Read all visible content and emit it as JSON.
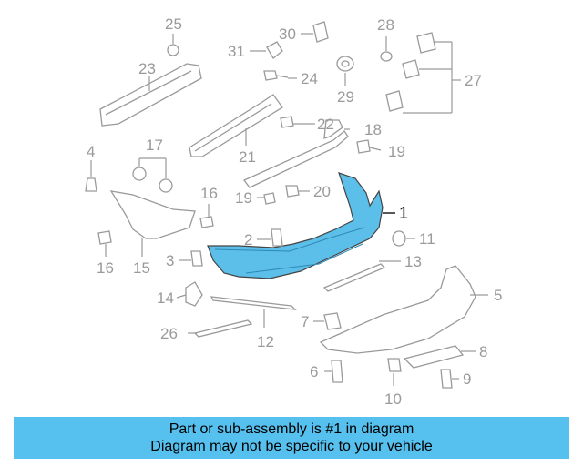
{
  "callouts": {
    "c1": "1",
    "c2": "2",
    "c3": "3",
    "c4": "4",
    "c5": "5",
    "c6": "6",
    "c7": "7",
    "c8": "8",
    "c9": "9",
    "c10": "10",
    "c11": "11",
    "c12": "12",
    "c13": "13",
    "c14": "14",
    "c15": "15",
    "c16a": "16",
    "c16b": "16",
    "c17": "17",
    "c18": "18",
    "c19a": "19",
    "c19b": "19",
    "c20": "20",
    "c21": "21",
    "c22": "22",
    "c23": "23",
    "c24": "24",
    "c25": "25",
    "c26": "26",
    "c27": "27",
    "c28": "28",
    "c29": "29",
    "c30": "30",
    "c31": "31"
  },
  "banner": {
    "line1": "Part or sub-assembly is #1 in diagram",
    "line2": "Diagram may not be specific to your vehicle"
  },
  "colors": {
    "highlight_part": "#5bbfe9",
    "banner_bg": "#56c0ee",
    "line_gray": "#9a9a9a"
  }
}
